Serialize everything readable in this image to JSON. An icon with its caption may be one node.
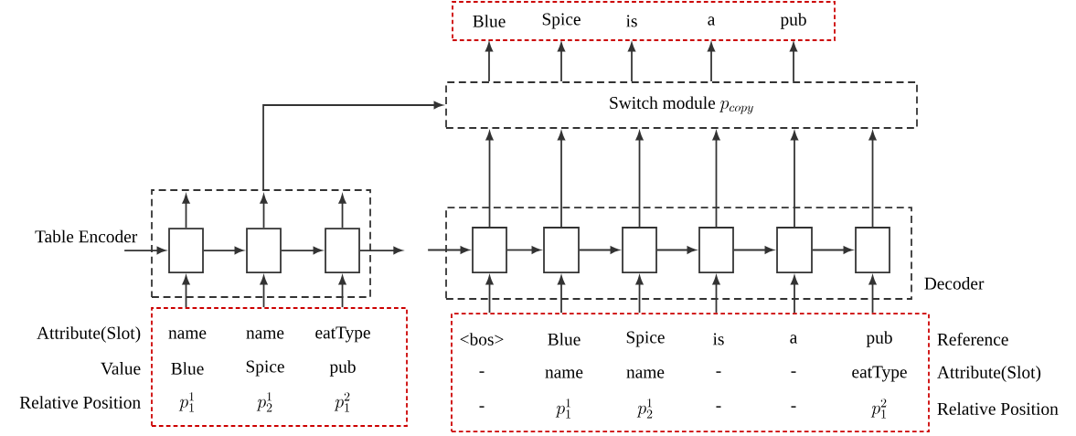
{
  "diagram": {
    "nodes": [
      {
        "text": [
          "Table Encoder"
        ]
      },
      {
        "text": [],
        "shape": "box",
        "in": 0
      },
      {
        "text": [],
        "shape": "box",
        "in": 0
      },
      {
        "text": [],
        "shape": "box",
        "in": 0
      },
      {
        "text": [
          "Decoder"
        ]
      },
      {
        "text": [],
        "shape": "box",
        "in": 4
      },
      {
        "text": [],
        "shape": "box",
        "in": 4
      },
      {
        "text": [],
        "shape": "box",
        "in": 4
      },
      {
        "text": [],
        "shape": "box",
        "in": 4
      },
      {
        "text": [],
        "shape": "box",
        "in": 4
      },
      {
        "text": [],
        "shape": "box",
        "in": 4
      },
      {
        "text": [
          "Switch module",
          "p_{copy}"
        ]
      },
      {
        "text": [],
        "shape": "box"
      },
      {
        "text": [
          "Blue"
        ],
        "in": 12
      },
      {
        "text": [
          "Spice"
        ],
        "in": 12
      },
      {
        "text": [
          "is"
        ],
        "in": 12
      },
      {
        "text": [
          "a"
        ],
        "in": 12
      },
      {
        "text": [
          "pub"
        ],
        "in": 12
      },
      {
        "text": [],
        "shape": "box",
        "beside": [
          "Attribute(Slot)",
          "Value",
          "Relative Position"
        ]
      },
      {
        "text": [],
        "shape": "box",
        "beside": [
          "Reference",
          "Attribute(Slot)",
          "Relative Position"
        ]
      }
    ],
    "edges": [
      {
        "from": null,
        "to": 1,
        "arrow": "to"
      },
      {
        "from": 1,
        "to": 2,
        "arrow": "to"
      },
      {
        "from": 2,
        "to": 3,
        "arrow": "to"
      },
      {
        "from": 3,
        "to": null,
        "arrow": "to"
      },
      {
        "from": 1,
        "to": null,
        "arrow": "to"
      },
      {
        "from": 2,
        "to": null,
        "arrow": "to"
      },
      {
        "from": 3,
        "to": null,
        "arrow": "to"
      },
      {
        "from": 0,
        "to": 11,
        "arrow": "to"
      },
      {
        "from": null,
        "to": 5,
        "arrow": "to"
      },
      {
        "from": 5,
        "to": 6,
        "arrow": "to"
      },
      {
        "from": 6,
        "to": 7,
        "arrow": "to"
      },
      {
        "from": 7,
        "to": 8,
        "arrow": "to"
      },
      {
        "from": 8,
        "to": 9,
        "arrow": "to"
      },
      {
        "from": 9,
        "to": 10,
        "arrow": "to"
      },
      {
        "from": 5,
        "to": 11,
        "arrow": "to"
      },
      {
        "from": 6,
        "to": 11,
        "arrow": "to"
      },
      {
        "from": 7,
        "to": 11,
        "arrow": "to"
      },
      {
        "from": 8,
        "to": 11,
        "arrow": "to"
      },
      {
        "from": 9,
        "to": 11,
        "arrow": "to"
      },
      {
        "from": 10,
        "to": 11,
        "arrow": "to"
      },
      {
        "from": 11,
        "to": 13,
        "arrow": "to"
      },
      {
        "from": 11,
        "to": 14,
        "arrow": "to"
      },
      {
        "from": 11,
        "to": 15,
        "arrow": "to"
      },
      {
        "from": 11,
        "to": 16,
        "arrow": "to"
      },
      {
        "from": 11,
        "to": 17,
        "arrow": "to"
      },
      {
        "from": 18,
        "to": 1,
        "arrow": "to"
      },
      {
        "from": 18,
        "to": 2,
        "arrow": "to"
      },
      {
        "from": 18,
        "to": 3,
        "arrow": "to"
      },
      {
        "from": 19,
        "to": 5,
        "arrow": "to"
      },
      {
        "from": 19,
        "to": 6,
        "arrow": "to"
      },
      {
        "from": 19,
        "to": 7,
        "arrow": "to"
      },
      {
        "from": 19,
        "to": 8,
        "arrow": "to"
      },
      {
        "from": 19,
        "to": 9,
        "arrow": "to"
      },
      {
        "from": 19,
        "to": 10,
        "arrow": "to"
      }
    ],
    "labels": [
      "name",
      "name",
      "eatType",
      "Blue",
      "Spice",
      "pub",
      "p_1^1",
      "p_2^1",
      "p_1^2",
      "<bos>",
      "Blue",
      "Spice",
      "is",
      "a",
      "pub",
      "-",
      "name",
      "name",
      "-",
      "-",
      "eatType",
      "-",
      "p_1^1",
      "p_2^1",
      "-",
      "-",
      "p_1^2"
    ]
  }
}
